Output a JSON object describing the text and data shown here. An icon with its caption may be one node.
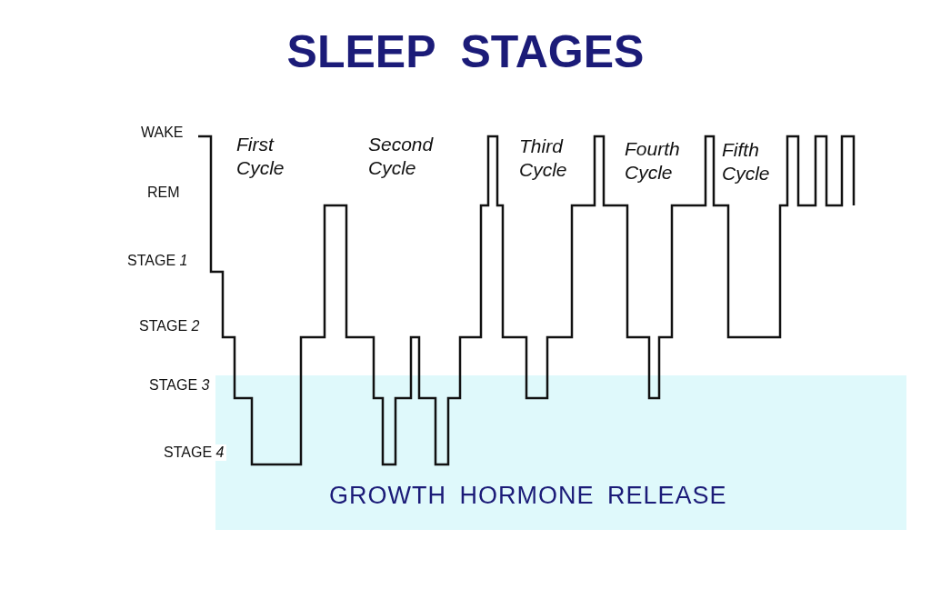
{
  "diagram": {
    "title": "SLEEP STAGES",
    "nodes": [
      {
        "text": [
          "GROWTH HORMONE RELEASE"
        ]
      }
    ],
    "labels": [
      "WAKE",
      "REM",
      "STAGE *1*",
      "STAGE *2*",
      "STAGE *3*",
      "STAGE *4*",
      "First Cycle",
      "Second Cycle",
      "Third Cycle",
      "Fourth Cycle",
      "Fifth Cycle"
    ]
  }
}
